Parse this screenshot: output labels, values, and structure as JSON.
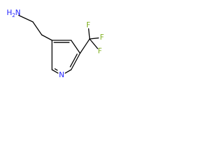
{
  "molecule": {
    "atoms": [
      {
        "id": "a1",
        "symbol": "C"
      },
      {
        "id": "a2",
        "symbol": "C"
      },
      {
        "id": "a3",
        "symbol": "C"
      },
      {
        "id": "a4",
        "symbol": "C"
      },
      {
        "id": "a5",
        "symbol": "C"
      },
      {
        "id": "a6",
        "symbol": "C"
      },
      {
        "id": "a7",
        "symbol": "C"
      },
      {
        "id": "a8",
        "symbol": "C"
      },
      {
        "id": "nring",
        "symbol": "N",
        "label": "N",
        "color": "#2020ff"
      },
      {
        "id": "namine",
        "symbol": "N",
        "label": "H2N",
        "color": "#2020ff"
      },
      {
        "id": "f1",
        "symbol": "F",
        "label": "F",
        "color": "#80b020"
      },
      {
        "id": "f2",
        "symbol": "F",
        "label": "F",
        "color": "#80b020"
      },
      {
        "id": "f3",
        "symbol": "F",
        "label": "F",
        "color": "#80b020"
      }
    ],
    "bonds": [
      {
        "from": "a1",
        "to": "a2",
        "order": 1
      },
      {
        "from": "a2",
        "to": "a3",
        "order": 1
      },
      {
        "from": "a3",
        "to": "a4",
        "order": 2
      },
      {
        "from": "a4",
        "to": "a5",
        "order": 1
      },
      {
        "from": "a5",
        "to": "a6",
        "order": 2
      },
      {
        "from": "a6",
        "to": "nring",
        "order": 1
      },
      {
        "from": "nring",
        "to": "a7",
        "order": 2
      },
      {
        "from": "a7",
        "to": "a3",
        "order": 1
      },
      {
        "from": "a1",
        "to": "namine",
        "order": 1
      },
      {
        "from": "a5",
        "to": "a8",
        "order": 1
      },
      {
        "from": "a8",
        "to": "f1",
        "order": 1
      },
      {
        "from": "a8",
        "to": "f2",
        "order": 1
      },
      {
        "from": "a8",
        "to": "f3",
        "order": 1
      }
    ]
  }
}
